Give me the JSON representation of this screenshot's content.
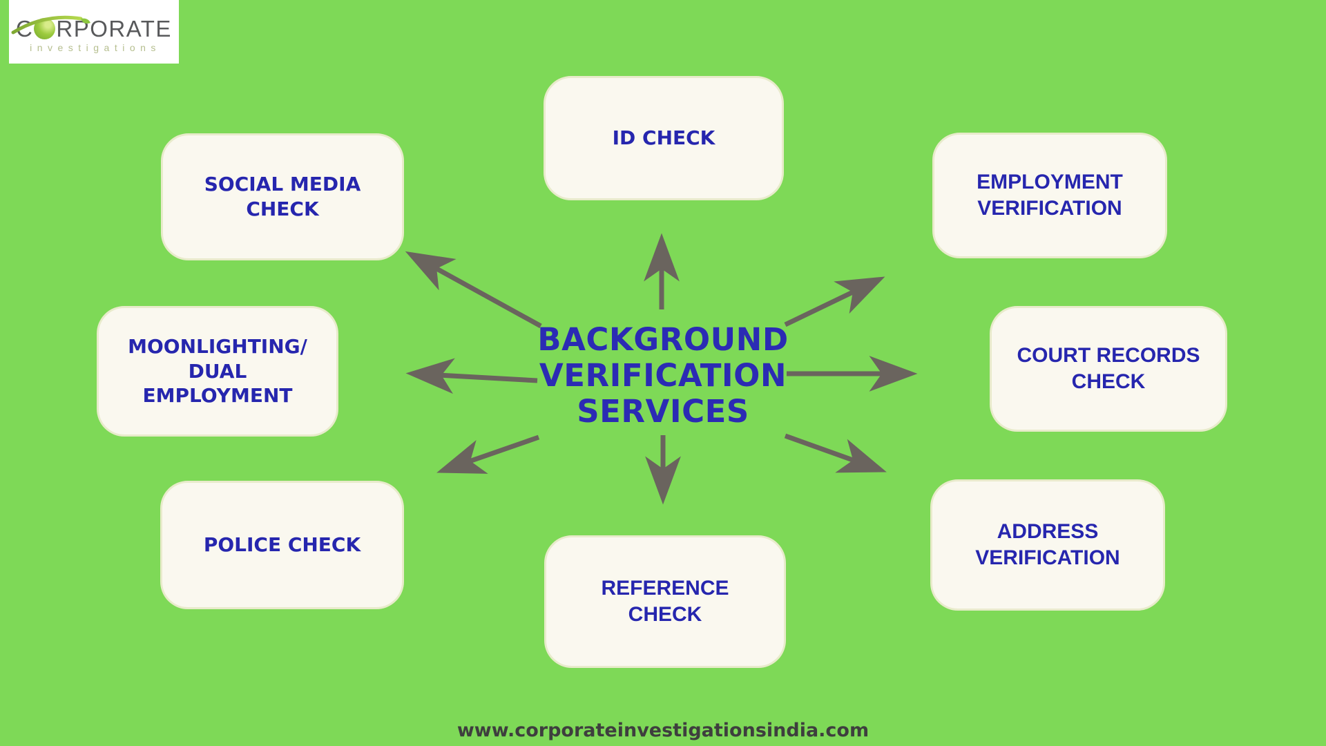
{
  "logo": {
    "brand_prefix": "C",
    "brand_o": "O",
    "brand_suffix": "RPORATE",
    "brand_sub": "investigations",
    "colors": {
      "text": "#58595B",
      "green": "#8DC63F",
      "sub": "#B5BE8E"
    }
  },
  "center": {
    "title": "BACKGROUND VERIFICATION SERVICES",
    "color": "#2B2BB4"
  },
  "nodes": [
    {
      "id": "id-check",
      "label": "ID CHECK"
    },
    {
      "id": "social-media-check",
      "label": "SOCIAL MEDIA CHECK"
    },
    {
      "id": "employment-verification",
      "label": "EMPLOYMENT VERIFICATION"
    },
    {
      "id": "moonlighting-dual-employment",
      "label": "MOONLIGHTING/ DUAL EMPLOYMENT"
    },
    {
      "id": "court-records-check",
      "label": "COURT RECORDS CHECK"
    },
    {
      "id": "police-check",
      "label": "POLICE CHECK"
    },
    {
      "id": "address-verification",
      "label": "ADDRESS VERIFICATION"
    },
    {
      "id": "reference-check",
      "label": "REFERENCE CHECK"
    }
  ],
  "footer": {
    "url": "www.corporateinvestigationsindia.com"
  },
  "colors": {
    "background": "#7ED957",
    "box_fill": "#FAF8EF",
    "box_border": "#E8EBCB",
    "shadow_navy": "#1D1D9E",
    "label_navy": "#2626AE",
    "arrow_gray": "#6A645E",
    "footer_text": "#3E3E3E"
  }
}
